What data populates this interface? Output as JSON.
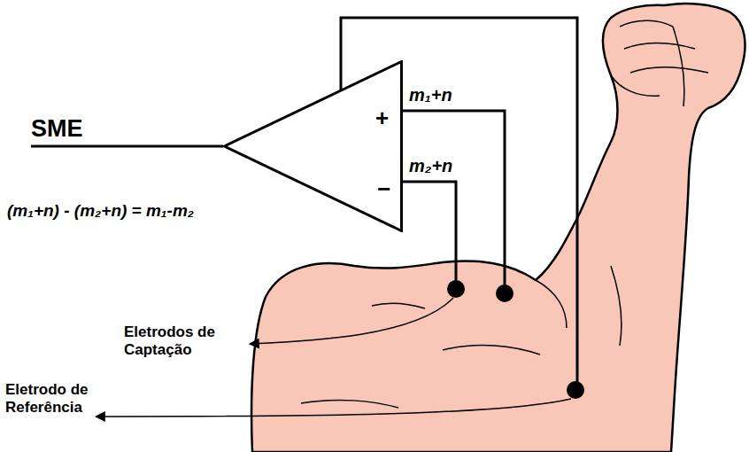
{
  "diagram": {
    "nodes": [
      {
        "text": [
          "+",
          "−"
        ]
      }
    ],
    "labels": [
      "SME",
      "m₁+n",
      "m₂+n",
      "(m₁+n) - (m₂+n) = m₁-m₂",
      "Eletrodos de Captação",
      "Eletrodo de Referência"
    ]
  }
}
